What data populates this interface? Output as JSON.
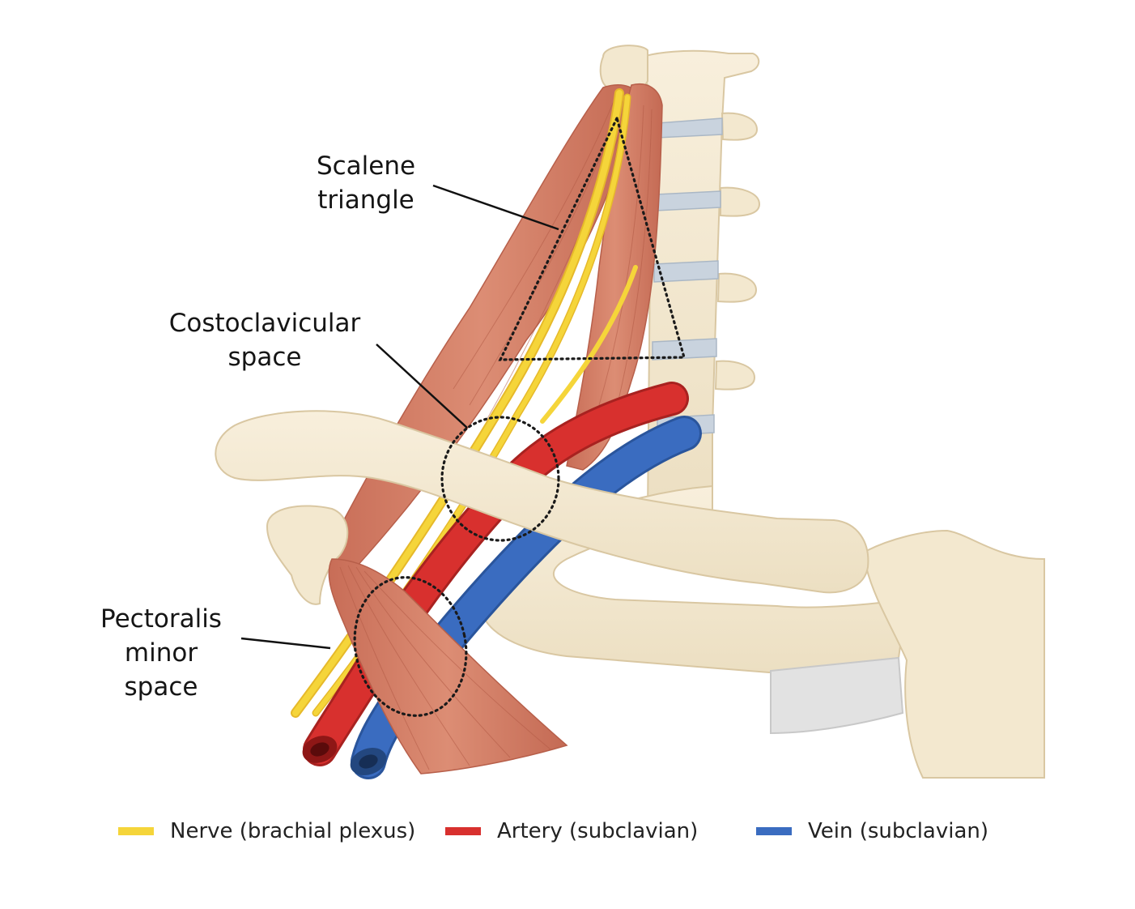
{
  "labels": {
    "scalene": [
      "Scalene",
      "triangle"
    ],
    "costoclavicular": [
      "Costoclavicular",
      "space"
    ],
    "pectoralis": [
      "Pectoralis",
      "minor",
      "space"
    ]
  },
  "legend": [
    {
      "label": "Nerve (brachial plexus)",
      "color": "#f5d53a"
    },
    {
      "label": "Artery (subclavian)",
      "color": "#d8302e"
    },
    {
      "label": "Vein (subclavian)",
      "color": "#3a6cc0"
    }
  ],
  "colors": {
    "bone": "#f3e8cf",
    "bone_outline": "#d9c7a2",
    "disc": "#c9d3de",
    "muscle": "#d5816a",
    "muscle_dark": "#b75f4a",
    "cartilage": "#e2e2e2"
  }
}
